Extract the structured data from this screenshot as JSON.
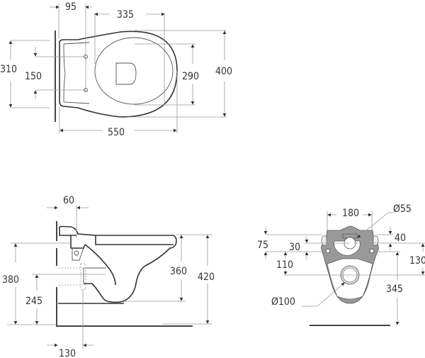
{
  "top_view": {
    "dims": {
      "d95": "95",
      "d335": "335",
      "d310": "310",
      "d150": "150",
      "d290": "290",
      "d400": "400",
      "d550": "550"
    }
  },
  "side_view": {
    "dims": {
      "d60": "60",
      "d380": "380",
      "d245": "245",
      "d360": "360",
      "d420": "420",
      "d130": "130"
    }
  },
  "front_view": {
    "dims": {
      "d180": "180",
      "d55": "Ø55",
      "d75": "75",
      "d30": "30",
      "d40": "40",
      "d130": "130",
      "d110": "110",
      "d345": "345",
      "d100": "Ø100"
    },
    "body_color": "#999999"
  }
}
